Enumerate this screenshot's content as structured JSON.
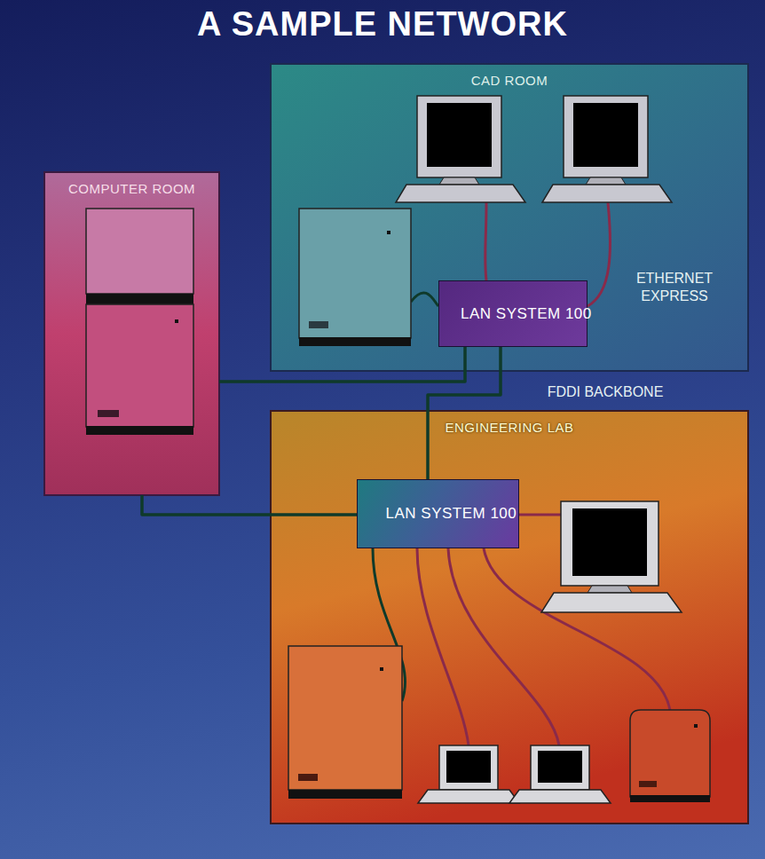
{
  "diagram": {
    "title": "A SAMPLE NETWORK",
    "nodes": [
      {
        "text": [
          "CAD ROOM"
        ]
      },
      {
        "text": [
          "LAN SYSTEM 100"
        ],
        "in": 0
      },
      {
        "text": [
          "COMPUTER ROOM"
        ]
      },
      {
        "text": [
          "ENGINEERING LAB"
        ]
      },
      {
        "text": [
          "LAN SYSTEM 100"
        ],
        "in": 3
      }
    ],
    "edges": [
      {
        "from": 2,
        "to": 1,
        "arrow": "none"
      },
      {
        "from": 1,
        "to": 4,
        "arrow": "none"
      },
      {
        "from": 2,
        "to": 4,
        "arrow": "none"
      }
    ],
    "labels": [
      "ETHERNET EXPRESS",
      "FDDI BACKBONE"
    ]
  }
}
